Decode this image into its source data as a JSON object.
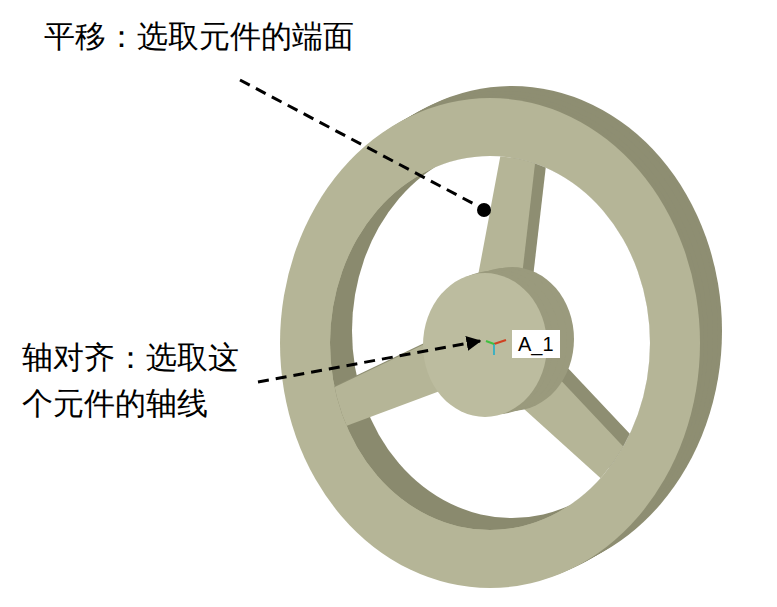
{
  "diagram": {
    "labels": [
      "平移：选取元件的端面",
      "轴对齐：选取这 个元件的轴线",
      "A_1"
    ]
  }
}
